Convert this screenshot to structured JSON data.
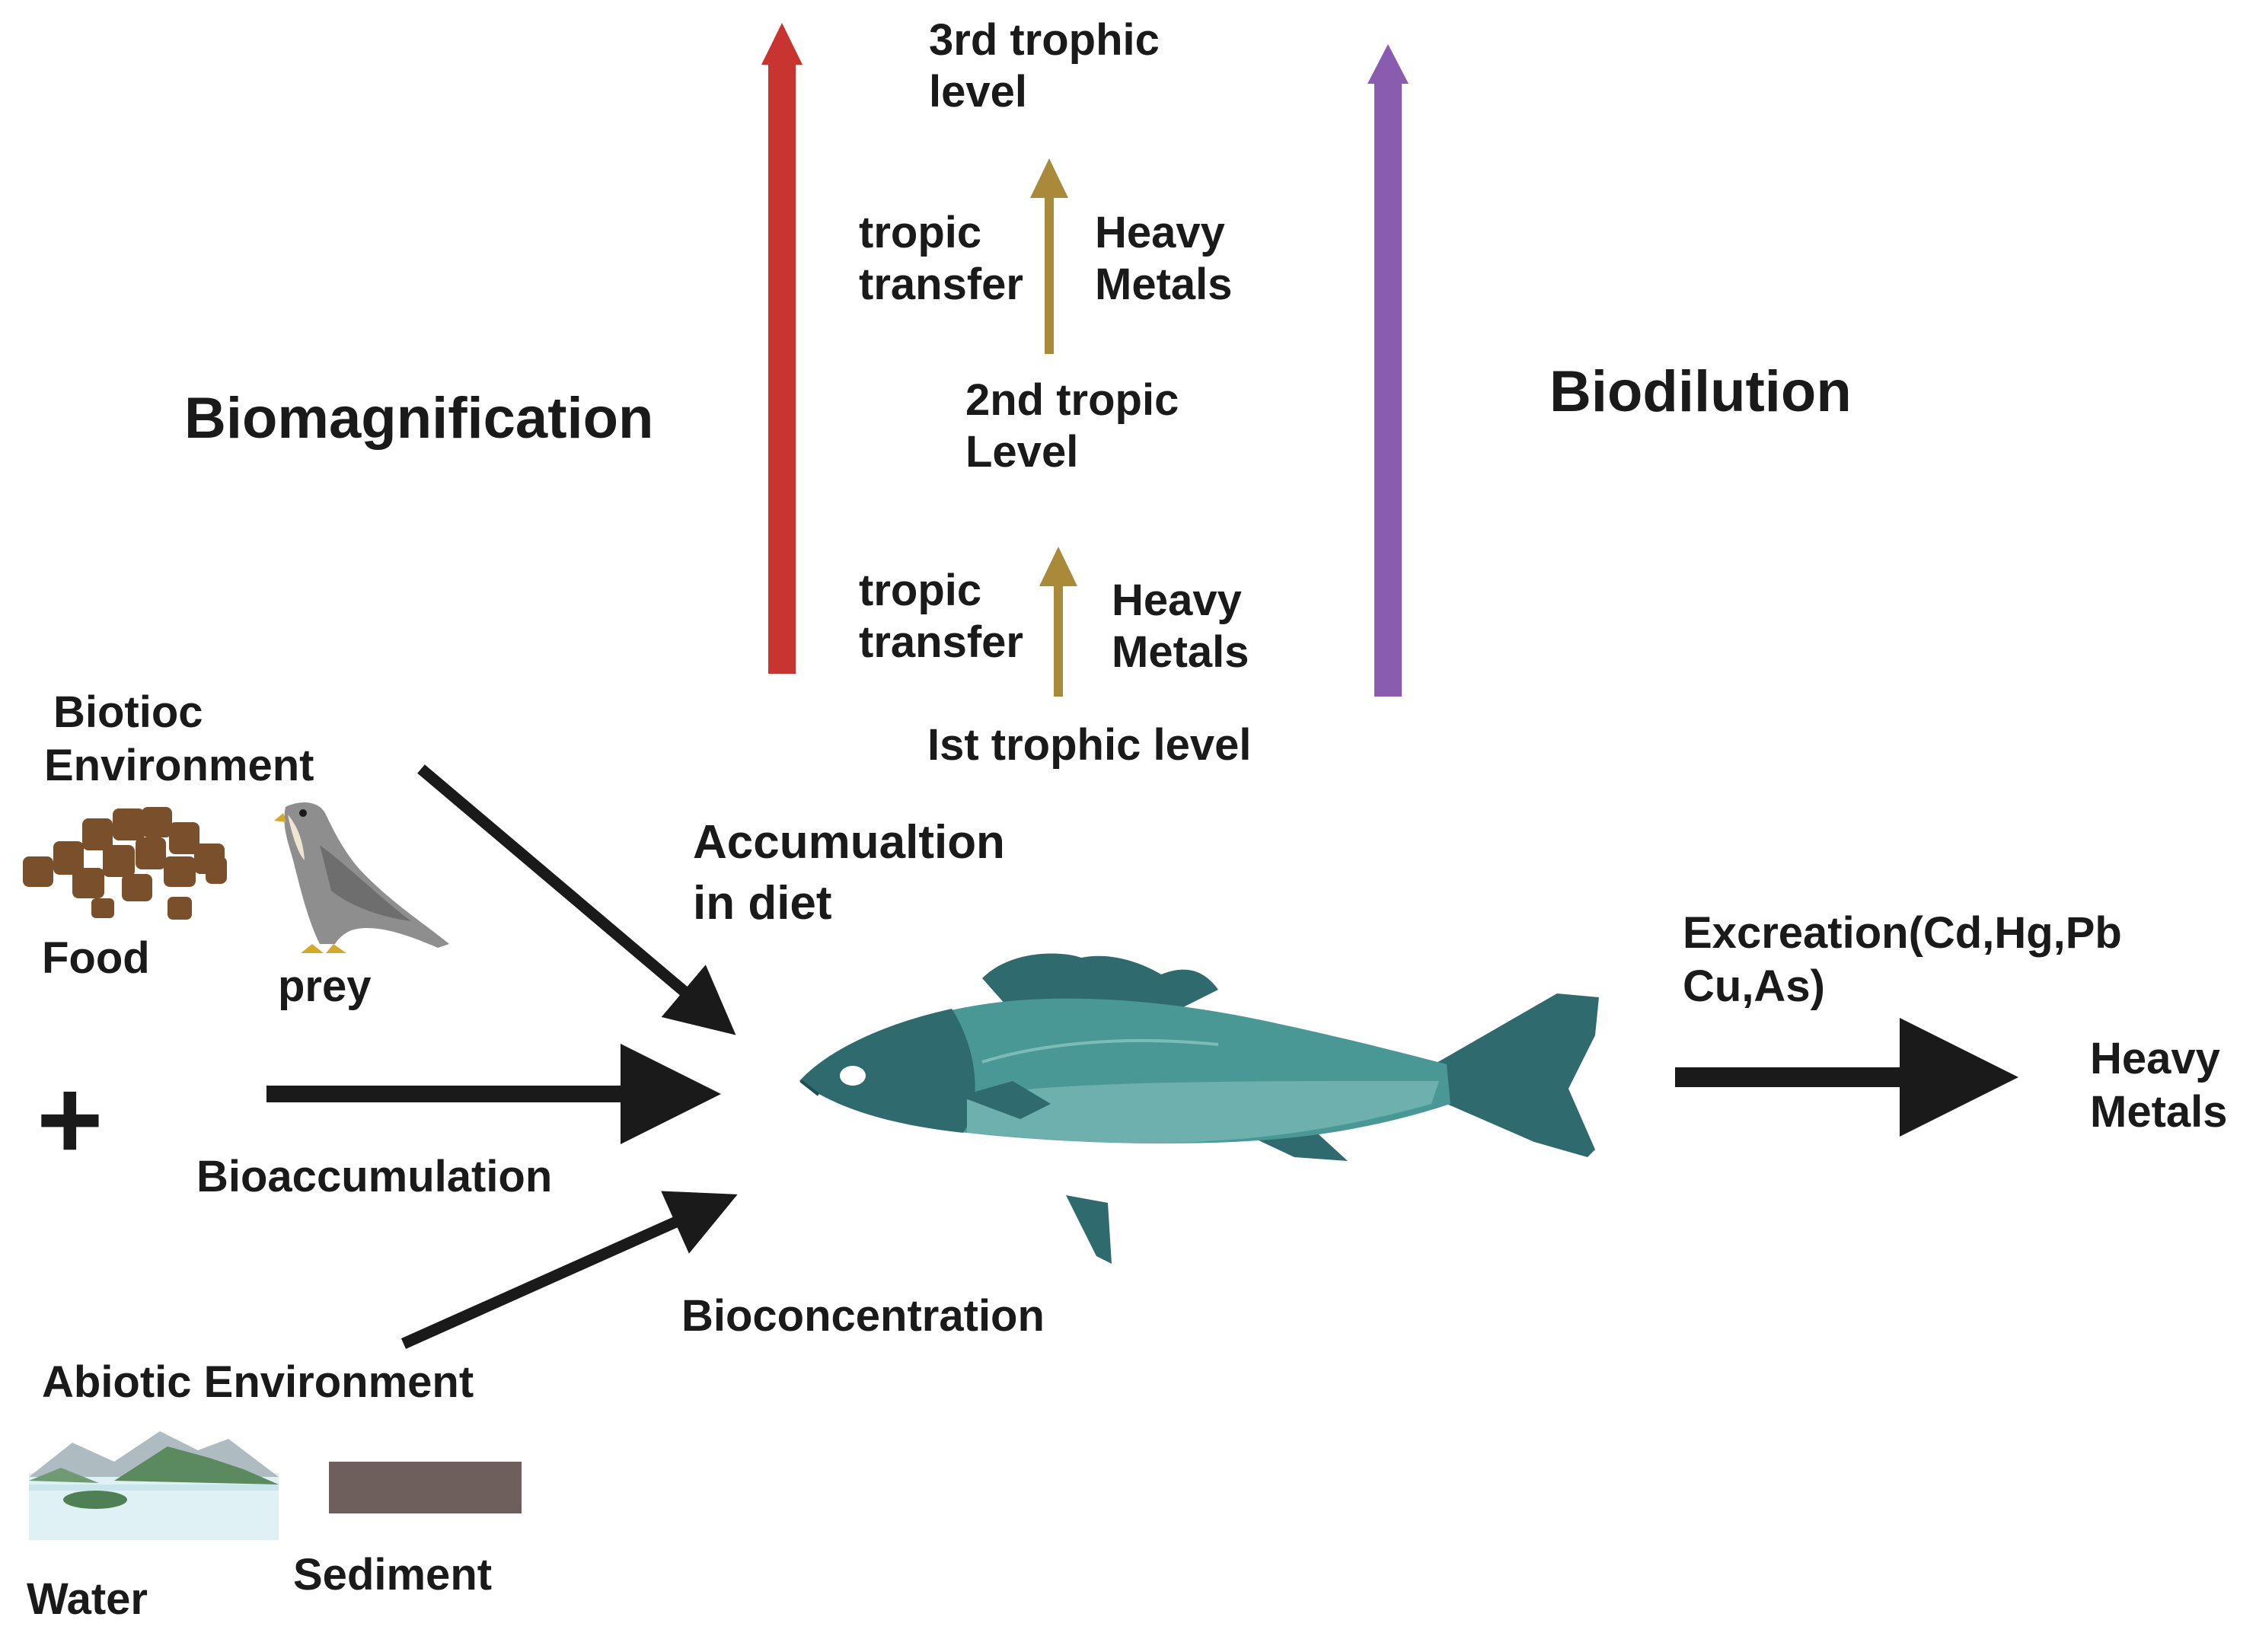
{
  "colors": {
    "biomagnification_arrow": "#c8342f",
    "biodilution_arrow": "#8a5cb0",
    "tropic_arrow": "#a88a3a",
    "flow_arrow": "#1a1a1a",
    "fish_dark": "#2f6b6e",
    "fish_mid": "#3f8c8d",
    "fish_light": "#62aaa8"
  },
  "headings": {
    "biomagnification": "Biomagnification",
    "biodilution": "Biodilution"
  },
  "trophic": {
    "level3": [
      "3rd trophic",
      "level"
    ],
    "level2": [
      "2nd tropic",
      "Level"
    ],
    "level1": "Ist trophic level",
    "transfer_upper": [
      "tropic",
      "transfer"
    ],
    "metals_upper": [
      "Heavy",
      "Metals"
    ],
    "transfer_lower": [
      "tropic",
      "transfer"
    ],
    "metals_lower": [
      "Heavy",
      "Metals"
    ]
  },
  "biotic": {
    "title": [
      "Biotioc",
      "Environment"
    ],
    "food": "Food",
    "prey": "prey",
    "icons": [
      "food-pellets-icon",
      "falcon-icon"
    ]
  },
  "plus_sign": "+",
  "abiotic": {
    "title": "Abiotic Environment",
    "water": "Water",
    "sediment": "Sediment",
    "icons": [
      "water-landscape-icon",
      "sediment-icon"
    ]
  },
  "processes": {
    "diet": [
      "Accumualtion",
      "in diet"
    ],
    "bioaccumulation": "Bioaccumulation",
    "bioconcentration": "Bioconcentration"
  },
  "excretion": {
    "label": [
      "Excreation(Cd,Hg,Pb",
      "Cu,As)"
    ],
    "output": [
      "Heavy",
      "Metals"
    ]
  }
}
